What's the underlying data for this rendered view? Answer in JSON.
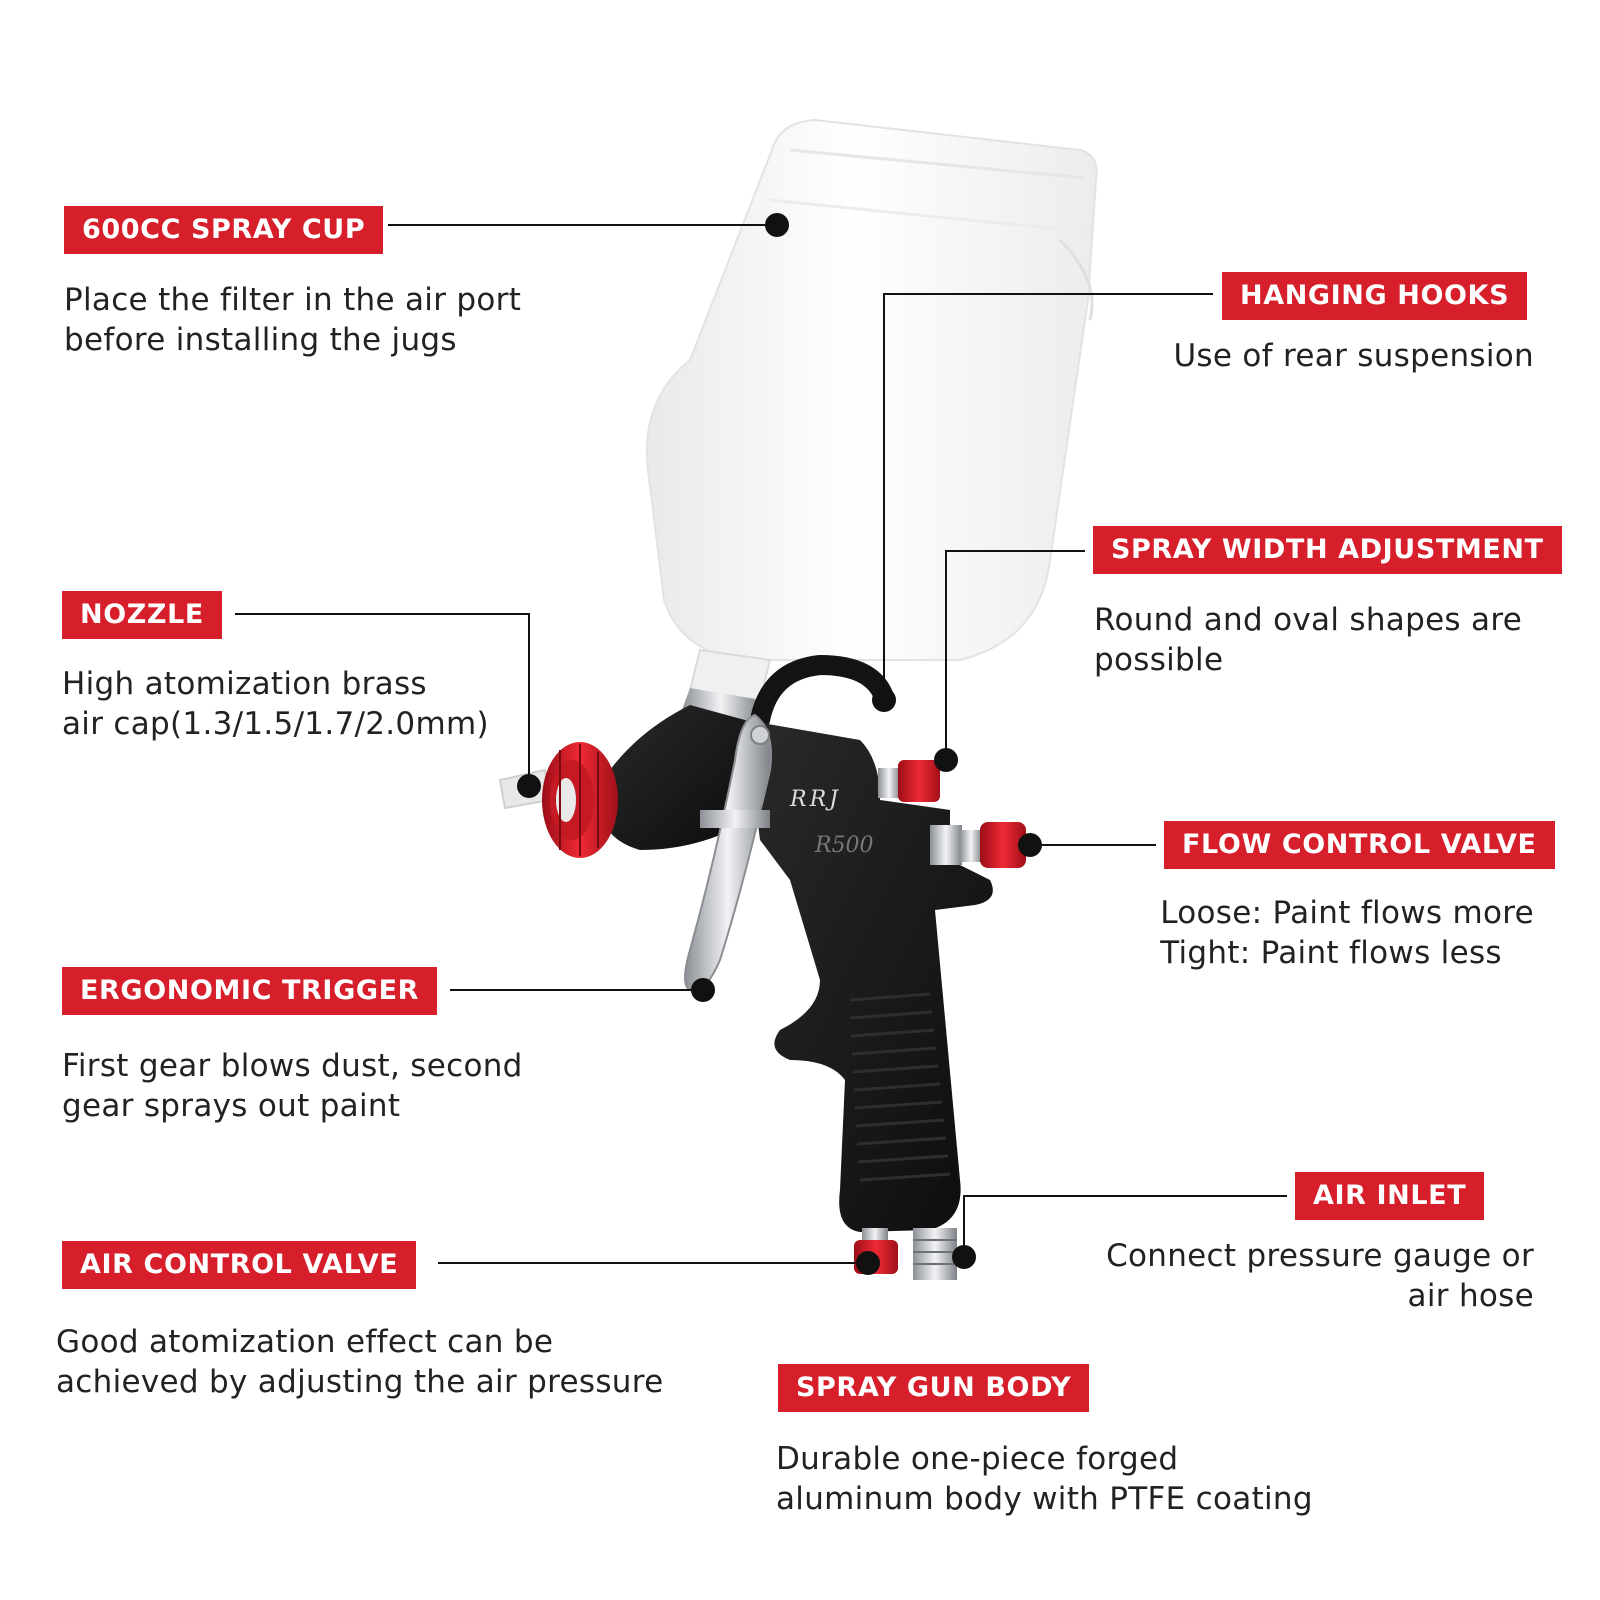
{
  "colors": {
    "accent": "#d71f2b",
    "gun_body": "#161616",
    "cup": "#f4f4f4",
    "chrome": "#c9ccd0",
    "leader": "#111111"
  },
  "gun_markings": {
    "brand": "RRJ",
    "model": "R500"
  },
  "callouts": {
    "spray_cup": {
      "label": "600CC SPRAY CUP",
      "lines": [
        "Place the filter in the air port",
        "before installing the jugs"
      ]
    },
    "hanging_hooks": {
      "label": "HANGING HOOKS",
      "lines": [
        "Use of rear suspension"
      ]
    },
    "spray_width": {
      "label": "SPRAY WIDTH ADJUSTMENT",
      "lines": [
        "Round and oval shapes are",
        "possible"
      ]
    },
    "nozzle": {
      "label": "NOZZLE",
      "lines": [
        "High atomization brass",
        "air cap(1.3/1.5/1.7/2.0mm)"
      ]
    },
    "flow_control": {
      "label": "FLOW CONTROL VALVE",
      "lines": [
        "Loose: Paint flows more",
        "Tight: Paint flows less"
      ]
    },
    "trigger": {
      "label": "ERGONOMIC TRIGGER",
      "lines": [
        "First gear blows dust, second",
        "gear sprays out paint"
      ]
    },
    "air_inlet": {
      "label": "AIR INLET",
      "lines": [
        "Connect pressure gauge or",
        "air hose"
      ]
    },
    "air_control": {
      "label": "AIR CONTROL VALVE",
      "lines": [
        "Good atomization effect can be",
        "achieved by adjusting the air pressure"
      ]
    },
    "gun_body": {
      "label": "SPRAY GUN BODY",
      "lines": [
        "Durable one-piece forged",
        "aluminum body with PTFE coating"
      ]
    }
  }
}
